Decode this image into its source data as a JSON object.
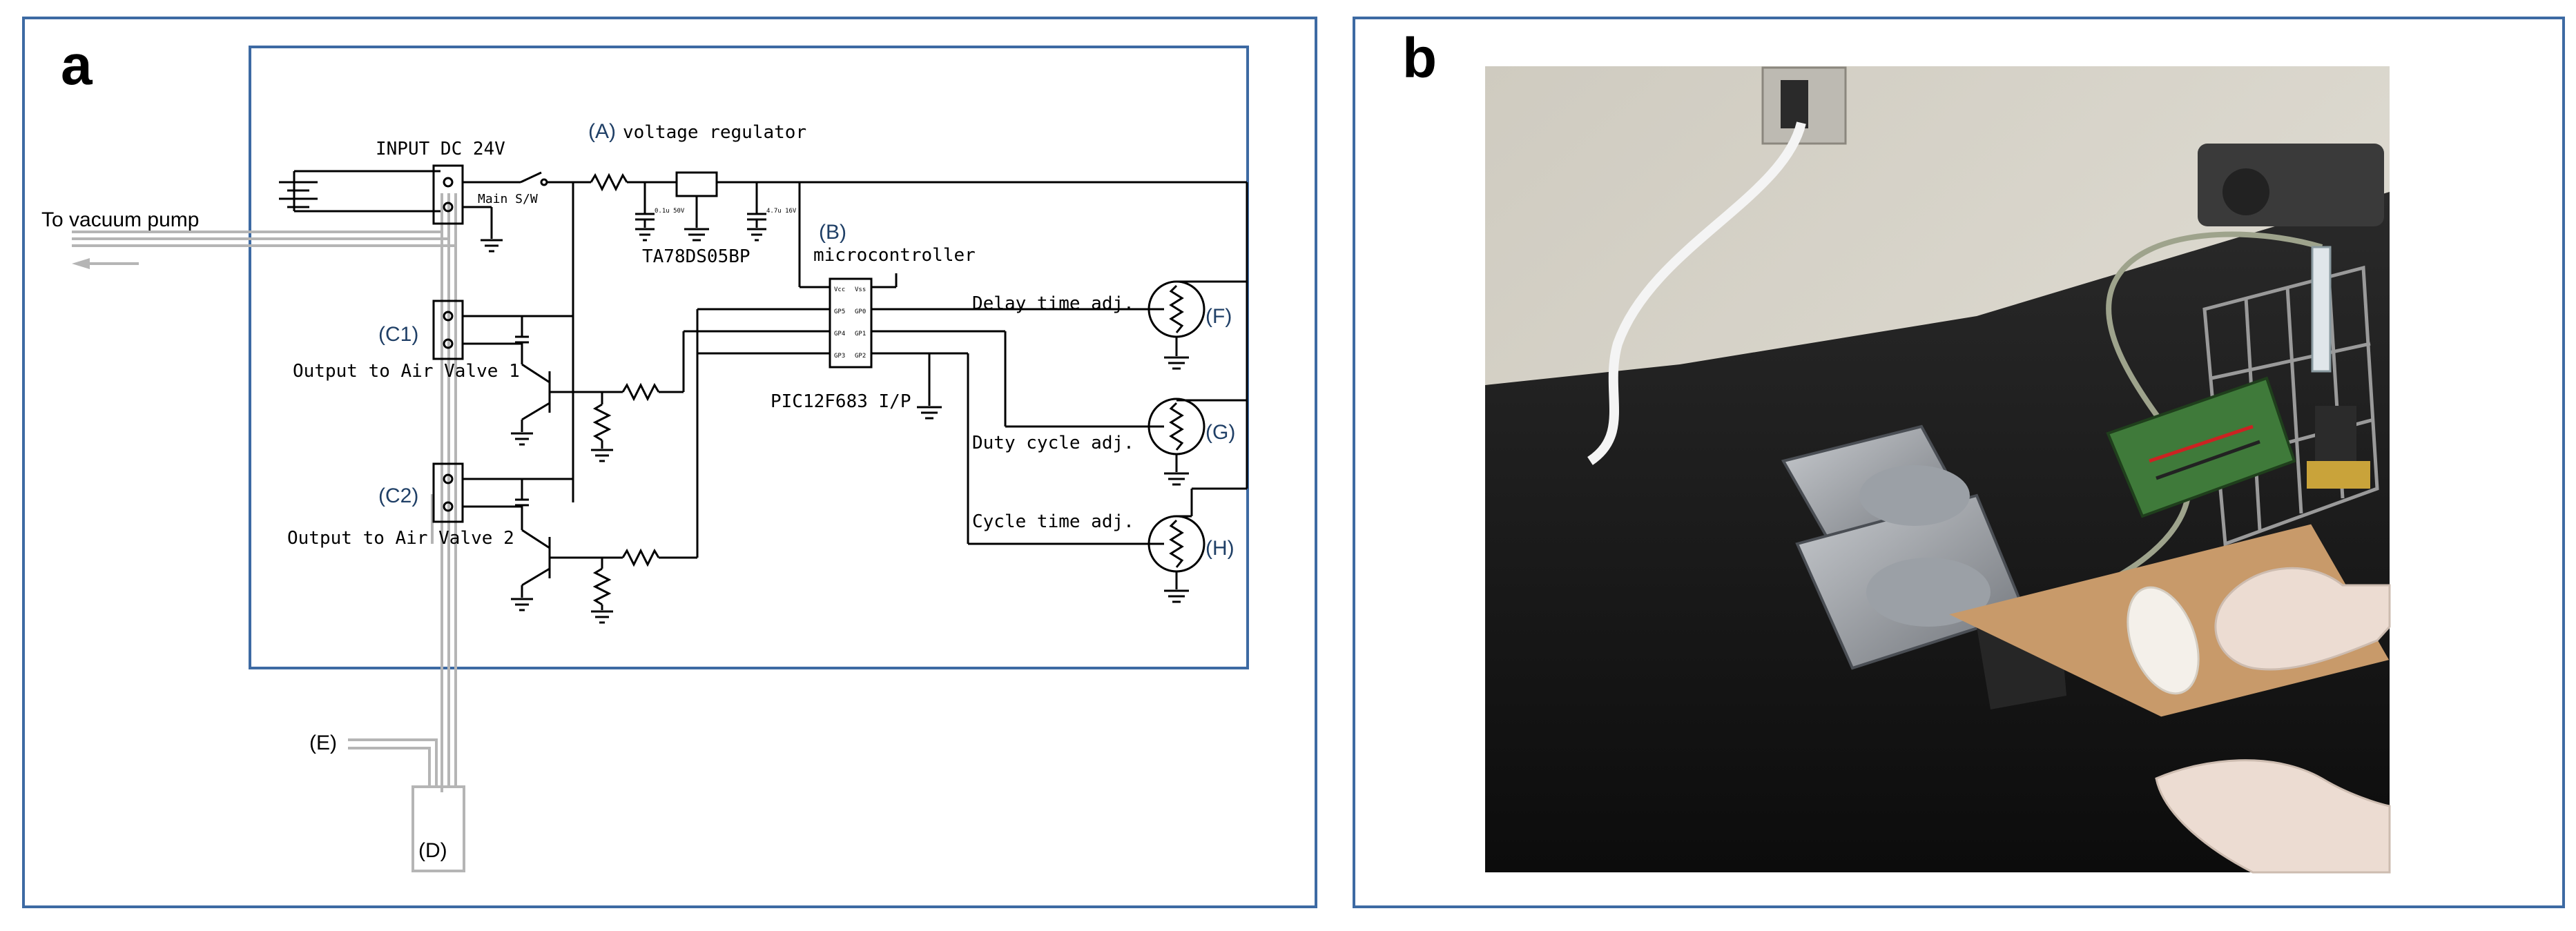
{
  "panels": {
    "a": {
      "label": "a",
      "vacuum_label": "To vacuum pump",
      "input_label": "INPUT DC 24V",
      "switch_label": "Main S/W",
      "regulator_tag": "(A)",
      "regulator_label": "voltage regulator",
      "regulator_part": "TA78DS05BP",
      "cap1_label": "0.1u 50V",
      "cap2_label": "4.7u 16V",
      "mcu_tag": "(B)",
      "mcu_label": "microcontroller",
      "mcu_part": "PIC12F683 I/P",
      "pin_labels": [
        "Vcc",
        "GP5",
        "GP4",
        "GP3",
        "Vss",
        "GP0",
        "GP1",
        "GP2"
      ],
      "c1_tag": "(C1)",
      "c1_label": "Output to Air Valve 1",
      "c2_tag": "(C2)",
      "c2_label": "Output to Air Valve 2",
      "delay_label": "Delay time adj.",
      "duty_label": "Duty cycle adj.",
      "cycle_label": "Cycle time adj.",
      "f_tag": "(F)",
      "g_tag": "(G)",
      "h_tag": "(H)",
      "e_tag": "(E)",
      "d_tag": "(D)"
    },
    "b": {
      "label": "b"
    }
  },
  "colors": {
    "panel_border": "#3d6aa3",
    "wire": "#000000",
    "tube": "#b5b5b5",
    "bench": "#141414",
    "wall": "#dcdad2",
    "cardboard": "#c89a6a"
  }
}
